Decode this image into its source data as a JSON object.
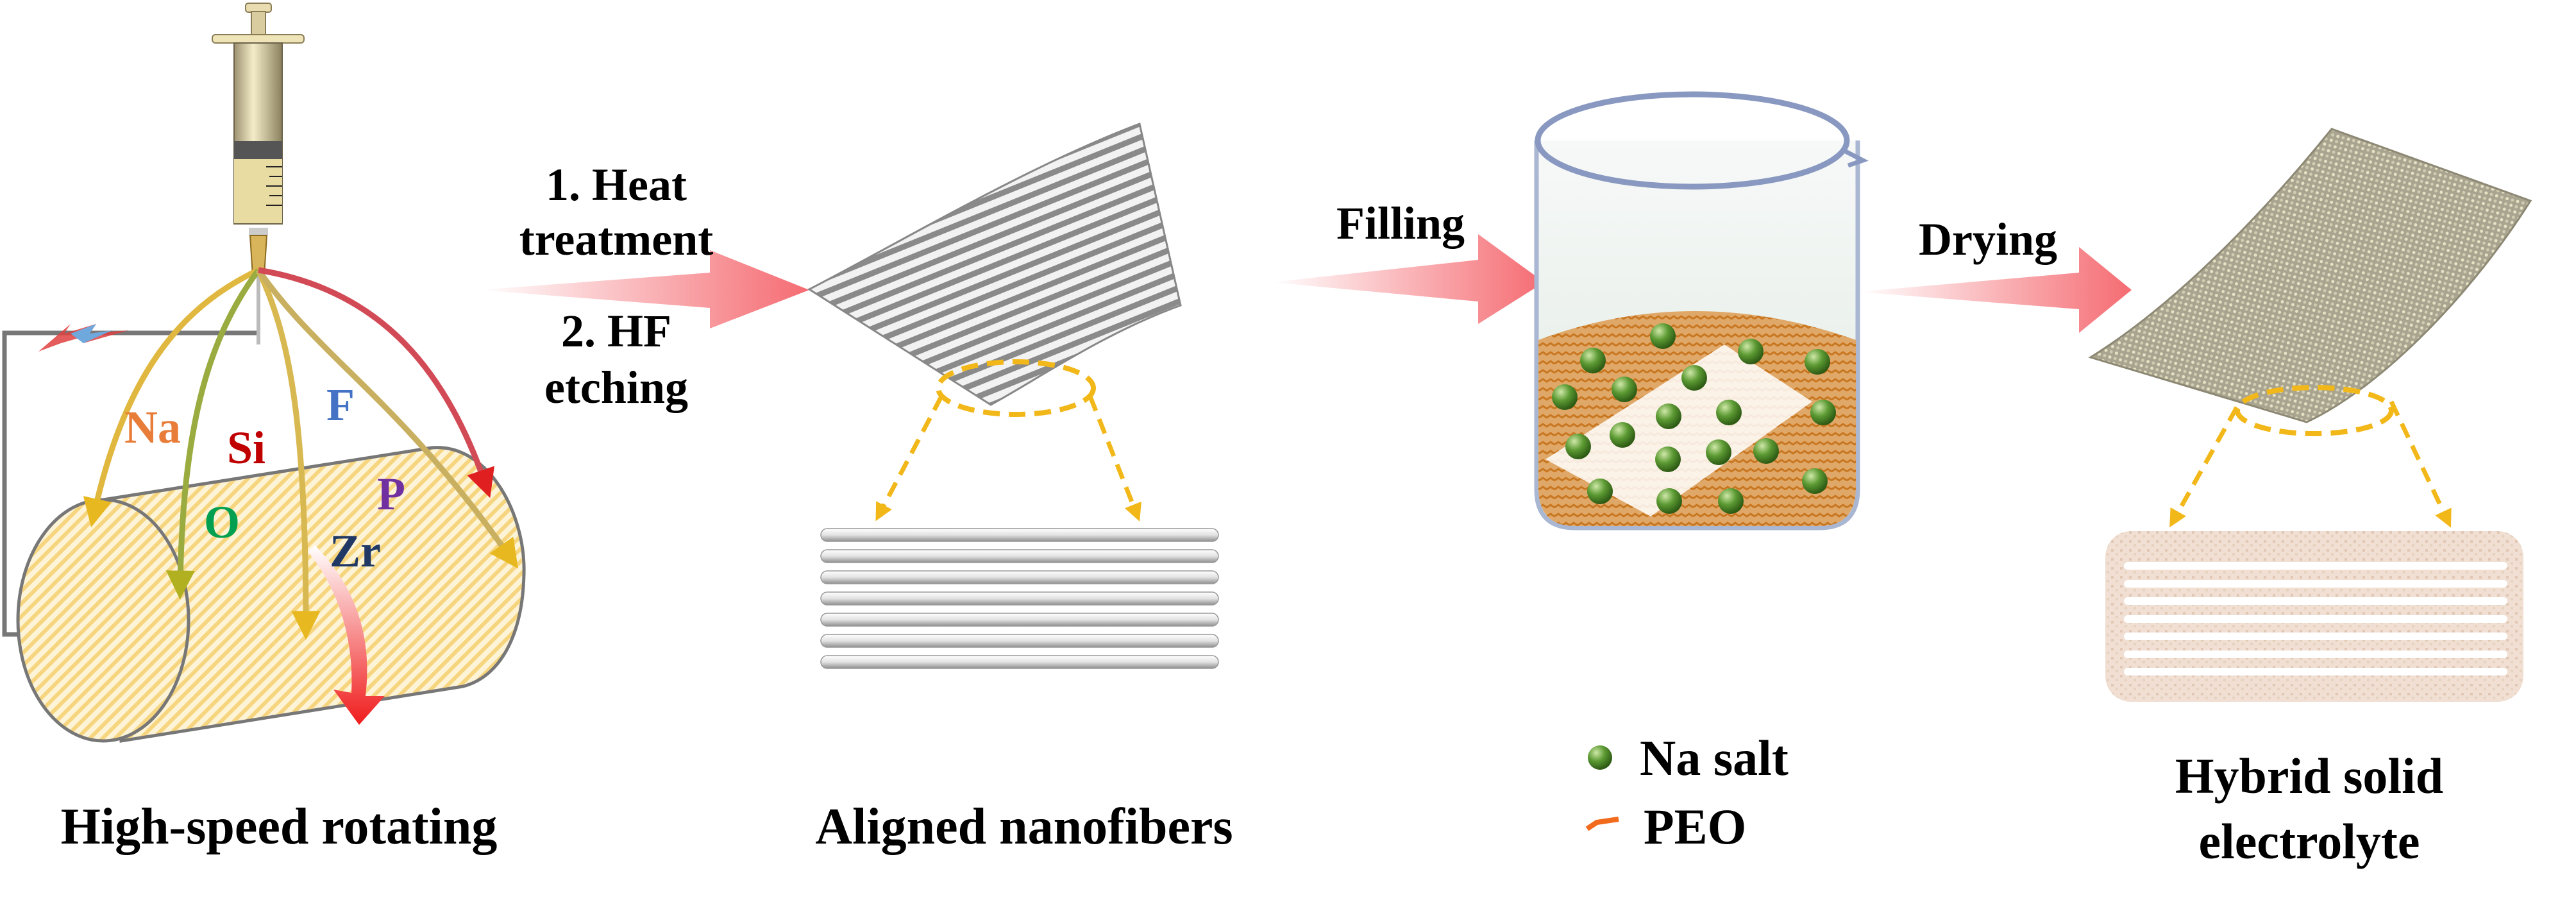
{
  "step1": {
    "title": "High-speed rotating",
    "elements": [
      {
        "symbol": "Na",
        "color": "#e87d3a"
      },
      {
        "symbol": "Si",
        "color": "#c00000"
      },
      {
        "symbol": "F",
        "color": "#4472c4"
      },
      {
        "symbol": "O",
        "color": "#00a050"
      },
      {
        "symbol": "P",
        "color": "#7030a0"
      },
      {
        "symbol": "Zr",
        "color": "#1f3864"
      }
    ]
  },
  "arrow1": {
    "line1": "1. Heat",
    "line2": "treatment",
    "line3": "2. HF",
    "line4": "etching"
  },
  "step2": {
    "title": "Aligned nanofibers"
  },
  "arrow2": {
    "label": "Filling"
  },
  "legend": {
    "na_salt": "Na salt",
    "peo": "PEO",
    "na_color": "#4f8a2a",
    "peo_color": "#f26a1b"
  },
  "arrow3": {
    "label": "Drying"
  },
  "step4": {
    "line1": "Hybrid solid",
    "line2": "electrolyte"
  },
  "colors": {
    "arrow": "#f4646b",
    "dashed": "#f2b81a",
    "cylinder": "#f7dc8a",
    "peo_fill": "#d9924a"
  }
}
